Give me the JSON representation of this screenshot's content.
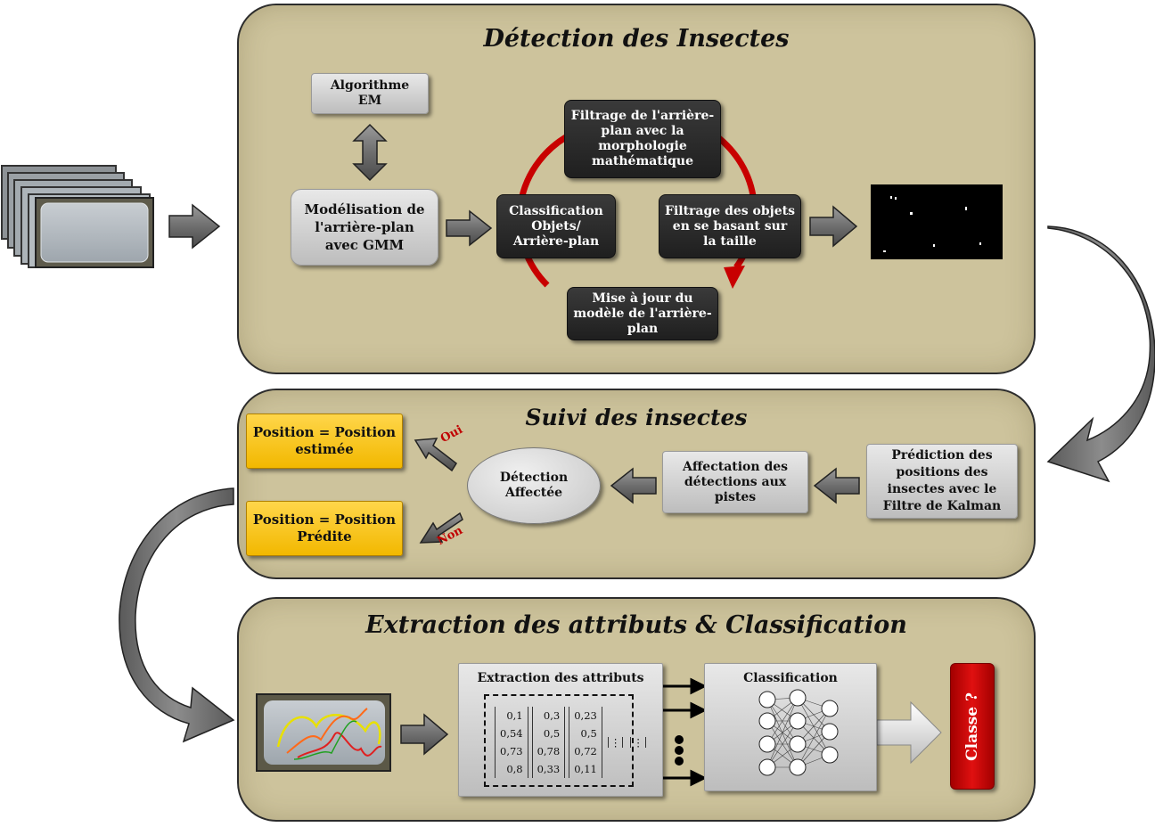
{
  "colors": {
    "panel": "#cdc39c",
    "dark_box": "#262626",
    "grey_box": "#d6d6d6",
    "yellow_box": "#ffc800",
    "red_box": "#d40000",
    "cycle": "#c80000"
  },
  "detection": {
    "title": "Détection des Insectes",
    "em": "Algorithme EM",
    "gmm": "Modélisation de l'arrière-plan avec GMM",
    "classif": "Classification Objets/ Arrière-plan",
    "filtrage_morpho": "Filtrage de l'arrière-plan avec la morphologie mathématique",
    "filtrage_taille": "Filtrage des objets en se basant sur la taille",
    "mise_a_jour": "Mise à jour du modèle de l'arrière-plan"
  },
  "suivi": {
    "title": "Suivi des insectes",
    "prediction": "Prédiction des positions des insectes avec le Filtre de Kalman",
    "affectation": "Affectation des détections aux pistes",
    "detection_affectee": "Détection Affectée",
    "oui": "Oui",
    "non": "Non",
    "pos_estimee": "Position = Position estimée",
    "pos_predite": "Position = Position Prédite"
  },
  "extraction": {
    "title": "Extraction des attributs & Classification",
    "attributs": "Extraction des attributs",
    "matrix": [
      [
        "0,1",
        "0,54",
        "0,73",
        "0,8"
      ],
      [
        "0,3",
        "0,5",
        "0,78",
        "0,33"
      ],
      [
        "0,23",
        "0,5",
        "0,72",
        "0,11"
      ]
    ],
    "classification": "Classification",
    "classe": "Classe ?"
  }
}
